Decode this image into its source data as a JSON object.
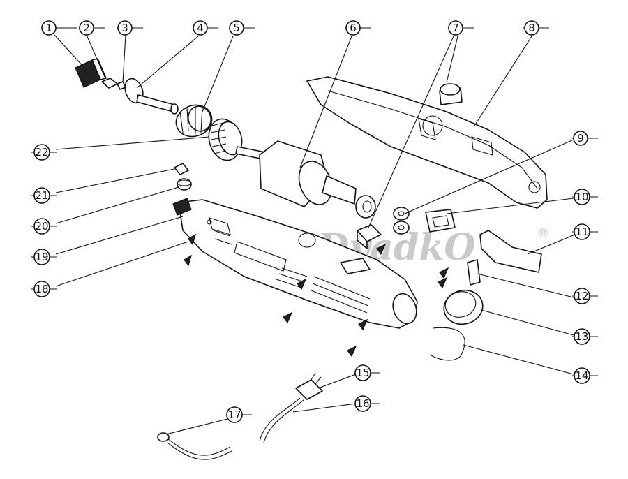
{
  "watermark": {
    "brand": "DyadkO",
    "reg_mark": "®"
  },
  "callouts": [
    {
      "number": "1"
    },
    {
      "number": "2"
    },
    {
      "number": "3"
    },
    {
      "number": "4"
    },
    {
      "number": "5"
    },
    {
      "number": "6"
    },
    {
      "number": "7"
    },
    {
      "number": "8"
    },
    {
      "number": "9"
    },
    {
      "number": "10"
    },
    {
      "number": "11"
    },
    {
      "number": "12"
    },
    {
      "number": "13"
    },
    {
      "number": "14"
    },
    {
      "number": "15"
    },
    {
      "number": "16"
    },
    {
      "number": "17"
    },
    {
      "number": "18"
    },
    {
      "number": "19"
    },
    {
      "number": "20"
    },
    {
      "number": "21"
    },
    {
      "number": "22"
    }
  ]
}
